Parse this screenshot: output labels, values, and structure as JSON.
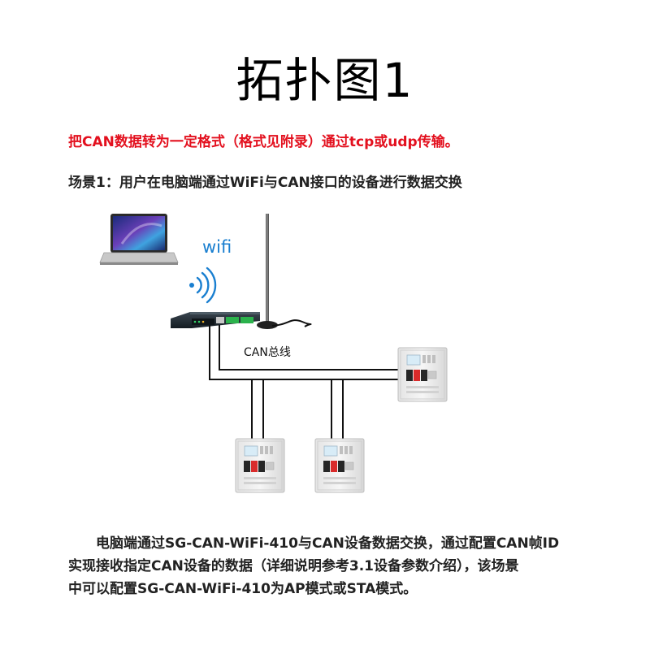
{
  "title": "拓扑图1",
  "subtitle": "把CAN数据转为一定格式（格式见附录）通过tcp或udp传输。",
  "scene": "场景1：用户在电脑端通过WiFi与CAN接口的设备进行数据交换",
  "diagram": {
    "wifi_label": "wifi",
    "bus_label": "CAN总线"
  },
  "description": {
    "line1": "电脑端通过SG-CAN-WiFi-410与CAN设备数据交换，通过配置CAN帧ID",
    "line2": "实现接收指定CAN设备的数据（详细说明参考3.1设备参数介绍），该场景",
    "line3": "中可以配置SG-CAN-WiFi-410为AP模式或STA模式。"
  },
  "colors": {
    "title": "#000000",
    "subtitle": "#e3101e",
    "wifi": "#1a7fd0",
    "wire": "#111111",
    "gateway": "#1e2a33"
  }
}
